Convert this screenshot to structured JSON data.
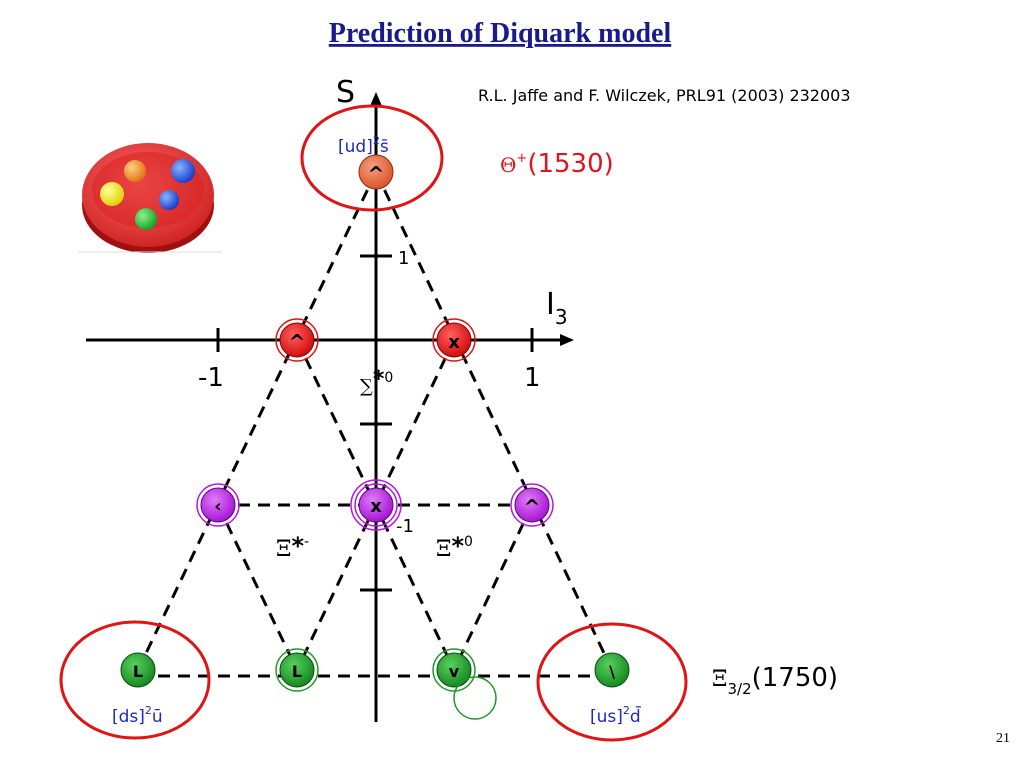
{
  "slide": {
    "title": "Prediction of Diquark model",
    "reference": "R.L. Jaffe and F. Wilczek,  PRL91 (2003) 232003",
    "page_number": "21"
  },
  "axes": {
    "vertical_label": "S",
    "horizontal_label": "I",
    "horizontal_label_sub": "3",
    "tick_minus1": "-1",
    "tick_plus1": "1",
    "s_tick_plus1": "1",
    "s_tick_minus1": "-1"
  },
  "labels": {
    "theta_symbol": "Θ",
    "theta_sup": "+",
    "theta_mass": "(1530)",
    "sigma_symbol": "∑",
    "sigma_star": "*",
    "sigma_sup": "0",
    "xi_minus_symbol": "Ξ",
    "xi_minus_star": "*",
    "xi_minus_sup": "-",
    "xi_zero_symbol": "Ξ",
    "xi_zero_star": "*",
    "xi_zero_sup": "0",
    "xi32_symbol": "Ξ",
    "xi32_sub": "3/2",
    "xi32_mass": "(1750)",
    "top_quark_content": "[ud]",
    "top_quark_sup": "2",
    "top_quark_anti": "s̄",
    "left_quark_content": "[ds]",
    "left_quark_sup": "2",
    "left_quark_anti": "ū",
    "right_quark_content": "[us]",
    "right_quark_sup": "2",
    "right_quark_anti": "d̄"
  },
  "colors": {
    "title": "#1a1a8c",
    "theta_state": "#e8603a",
    "nucleon_states": "#e01414",
    "sigma_states": "#b418e0",
    "xi_states": "#1e9a28",
    "highlight_ring": "#e01414",
    "quark_text": "#1e28c8"
  },
  "states": [
    {
      "row": "S=+1",
      "color": "orange",
      "count": 1
    },
    {
      "row": "S=0",
      "color": "red",
      "count": 2
    },
    {
      "row": "S=-1",
      "color": "purple",
      "count": 3
    },
    {
      "row": "S=-2",
      "color": "green",
      "count": 4
    }
  ]
}
